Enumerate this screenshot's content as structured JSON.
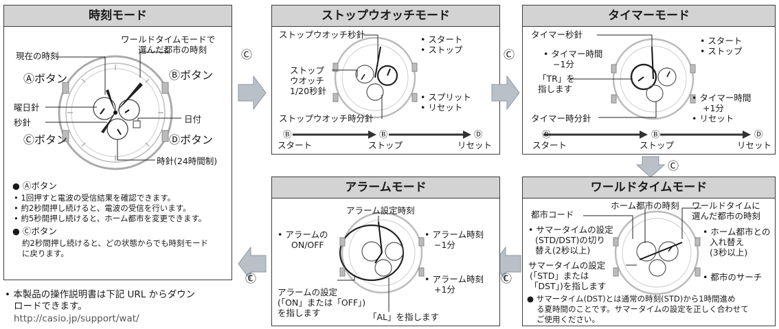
{
  "panels": {
    "time": {
      "title": "時刻モード",
      "labels": {
        "worldtime_city": "ワールドタイムモードで",
        "worldtime_city2": "選んだ都市の時刻",
        "current_time": "現在の時刻",
        "button_a": "Ⓐボタン",
        "button_b": "Ⓑボタン",
        "button_c": "Ⓒボタン",
        "button_d": "Ⓓボタン",
        "day_hand": "曜日針",
        "second_hand": "秒針",
        "date": "日付",
        "hour24": "時針(24時間制)"
      },
      "notes": {
        "a_title": "Ⓐボタン",
        "a_items": [
          "1回押すと電波の受信結果を確認できます。",
          "約2秒間押し続けると、電波の受信を行います。",
          "約5秒間押し続けると、ホーム都市を変更できます。"
        ],
        "c_title": "Ⓒボタン",
        "c_text1": "約2秒間押し続けると、どの状態からでも時刻モード",
        "c_text2": "に戻ります。"
      }
    },
    "stopwatch": {
      "title": "ストップウオッチモード",
      "labels": {
        "sw_second": "ストップウオッチ秒針",
        "start": "• スタート",
        "stop": "• ストップ",
        "sw_1_20_a": "ストップ",
        "sw_1_20_b": "ウオッチ",
        "sw_1_20_c": "1/20秒針",
        "split": "• スプリット",
        "reset": "• リセット",
        "sw_hour_min": "ストップウオッチ時分針"
      },
      "sequence": [
        {
          "button": "Ⓑ",
          "label": "スタート"
        },
        {
          "button": "Ⓑ",
          "label": "ストップ"
        },
        {
          "button": "Ⓓ",
          "label": "リセット"
        }
      ]
    },
    "timer": {
      "title": "タイマーモード",
      "labels": {
        "timer_second": "タイマー秒針",
        "start": "• スタート",
        "stop": "• ストップ",
        "minus1_a": "• タイマー時間",
        "minus1_b": "−1分",
        "tr_a": "「TR」を",
        "tr_b": "指します",
        "plus1_a": "• タイマー時間",
        "plus1_b": "+1分",
        "reset": "• リセット",
        "timer_hour_min": "タイマー時分針"
      },
      "sequence": [
        {
          "button": "Ⓑ",
          "label": "スタート"
        },
        {
          "button": "Ⓑ",
          "label": "ストップ"
        },
        {
          "button": "Ⓓ",
          "label": "リセット"
        }
      ]
    },
    "worldtime": {
      "title": "ワールドタイムモード",
      "labels": {
        "city_code": "都市コード",
        "home_time": "ホーム都市の時刻",
        "wt_sel_a": "ワールドタイムに",
        "wt_sel_b": "選んだ都市の時刻",
        "dst_a": "• サマータイムの設定",
        "dst_b": "(STD/DST)の切り",
        "dst_c": "替え(2秒以上)",
        "swap_a": "• ホーム都市との",
        "swap_b": "入れ替え",
        "swap_c": "(3秒以上)",
        "dstset_a": "サマータイムの設定",
        "dstset_b": "(「STD」または",
        "dstset_c": "「DST」)を指します",
        "search": "• 都市のサーチ",
        "note_a": "● サマータイム(DST)とは通常の時刻(STD)から1時間進め",
        "note_b": "る夏時間のことです。サマータイムの設定を正しく合わせて",
        "note_c": "ご使用ください。"
      }
    },
    "alarm": {
      "title": "アラームモード",
      "labels": {
        "alarm_time": "アラーム設定時刻",
        "onoff_a": "• アラームの",
        "onoff_b": "ON/OFF",
        "minus_a": "• アラーム時刻",
        "minus_b": "−1分",
        "plus_a": "• アラーム時刻",
        "plus_b": "+1分",
        "set_a": "アラームの設定",
        "set_b": "(「ON」または「OFF」)",
        "set_c": "を指します",
        "al": "「AL」を指します"
      }
    }
  },
  "arrows": {
    "c_label": "Ⓒ"
  },
  "footer": {
    "line1": "• 本製品の操作説明書は下記 URL からダウン",
    "line2": "ロードできます。",
    "url": "http://casio.jp/support/wat/"
  },
  "colors": {
    "header_bg": "#d3d3d3",
    "arrow": "#b9c0c8",
    "border": "#3a3a3a"
  }
}
